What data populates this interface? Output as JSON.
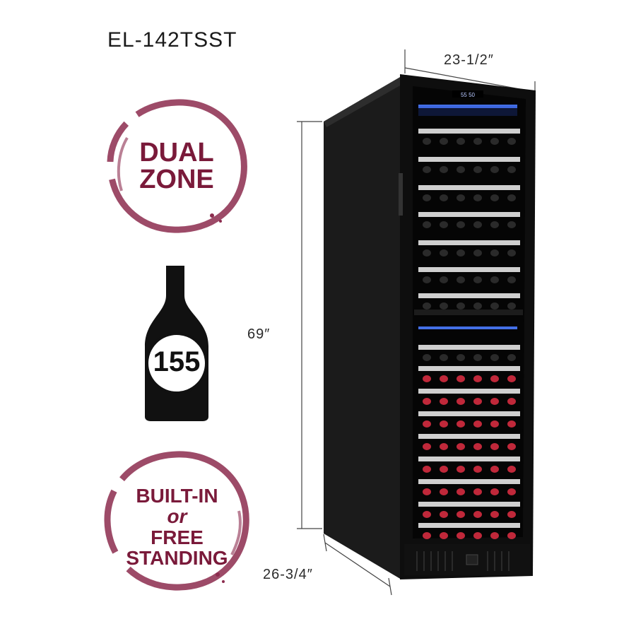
{
  "model": "EL-142TSST",
  "badges": {
    "dual_zone": {
      "line1": "DUAL",
      "line2": "ZONE"
    },
    "bottles": {
      "count": "155"
    },
    "install": {
      "line1": "BUILT-IN",
      "line2": "or",
      "line3": "FREE",
      "line4": "STANDING"
    }
  },
  "dimensions": {
    "width": "23-1/2″",
    "height": "69″",
    "depth": "26-3/4″"
  },
  "display": {
    "readout": "55 50"
  },
  "colors": {
    "accent": "#7a1a3a",
    "stain": "#8c2c4e",
    "cabinet": "#141414",
    "rack": "#cfcfcf"
  }
}
